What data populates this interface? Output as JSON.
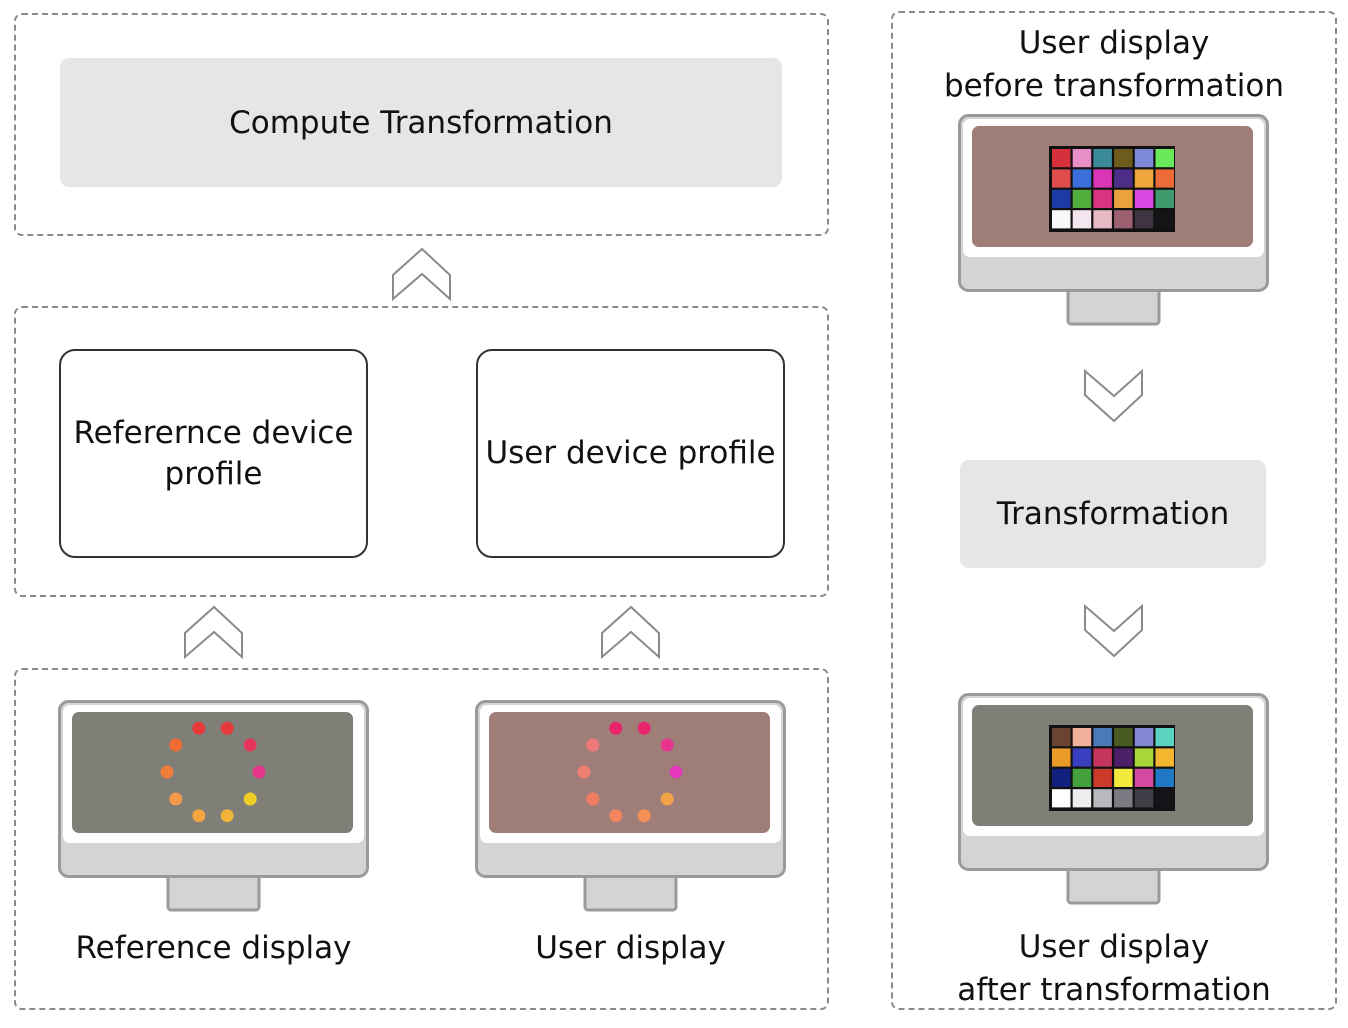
{
  "top": {
    "compute_label": "Compute Transformation"
  },
  "profiles": {
    "reference_label": "Referernce device\nprofile",
    "user_label": "User device profile"
  },
  "displays": {
    "reference_caption": "Reference display",
    "user_caption": "User display"
  },
  "right": {
    "before_caption": "User display\nbefore transformation",
    "transformation_label": "Transformation",
    "after_caption": "User display\nafter transformation"
  },
  "colors": {
    "reference_screen": "#7f7f77",
    "user_screen": "#a07e78",
    "after_screen": "#7f7f77",
    "reference_dots": [
      "#e5393a",
      "#e5393a",
      "#e6355b",
      "#e6348a",
      "#efcd27",
      "#f1b33a",
      "#f3a53f",
      "#f2994a",
      "#ef7d3c",
      "#ee6c2f"
    ],
    "user_dots": [
      "#e8246d",
      "#e8246d",
      "#e8338f",
      "#e238b9",
      "#f2a347",
      "#f49156",
      "#f38660",
      "#f17a63",
      "#ef8072",
      "#ef7878"
    ],
    "before_chart": [
      "#d7303d",
      "#e98fc7",
      "#3b8a9a",
      "#6e5b1e",
      "#7e89d8",
      "#6ae95b",
      "#df4d4d",
      "#3b6fd9",
      "#da35b6",
      "#4c2d88",
      "#eda63b",
      "#ec6b39",
      "#1d3aa6",
      "#52ac3b",
      "#d83480",
      "#eaa23f",
      "#d948e3",
      "#3e9a6c",
      "#f8f8f8",
      "#f3e6ef",
      "#e7b9c5",
      "#9c6071",
      "#3f3441",
      "#141416"
    ],
    "after_chart": [
      "#6b4431",
      "#f0b09a",
      "#4c79b8",
      "#4a5b22",
      "#8288d4",
      "#5ad3c0",
      "#ea9a26",
      "#3a3fbf",
      "#c6355d",
      "#4d1f68",
      "#a8d537",
      "#f3b62e",
      "#12217e",
      "#43a03c",
      "#cc3a2a",
      "#f1ea3c",
      "#d44aa0",
      "#1f78c4",
      "#ffffff",
      "#ededed",
      "#b9b9c0",
      "#7b7b84",
      "#3f3f48",
      "#141418"
    ]
  }
}
